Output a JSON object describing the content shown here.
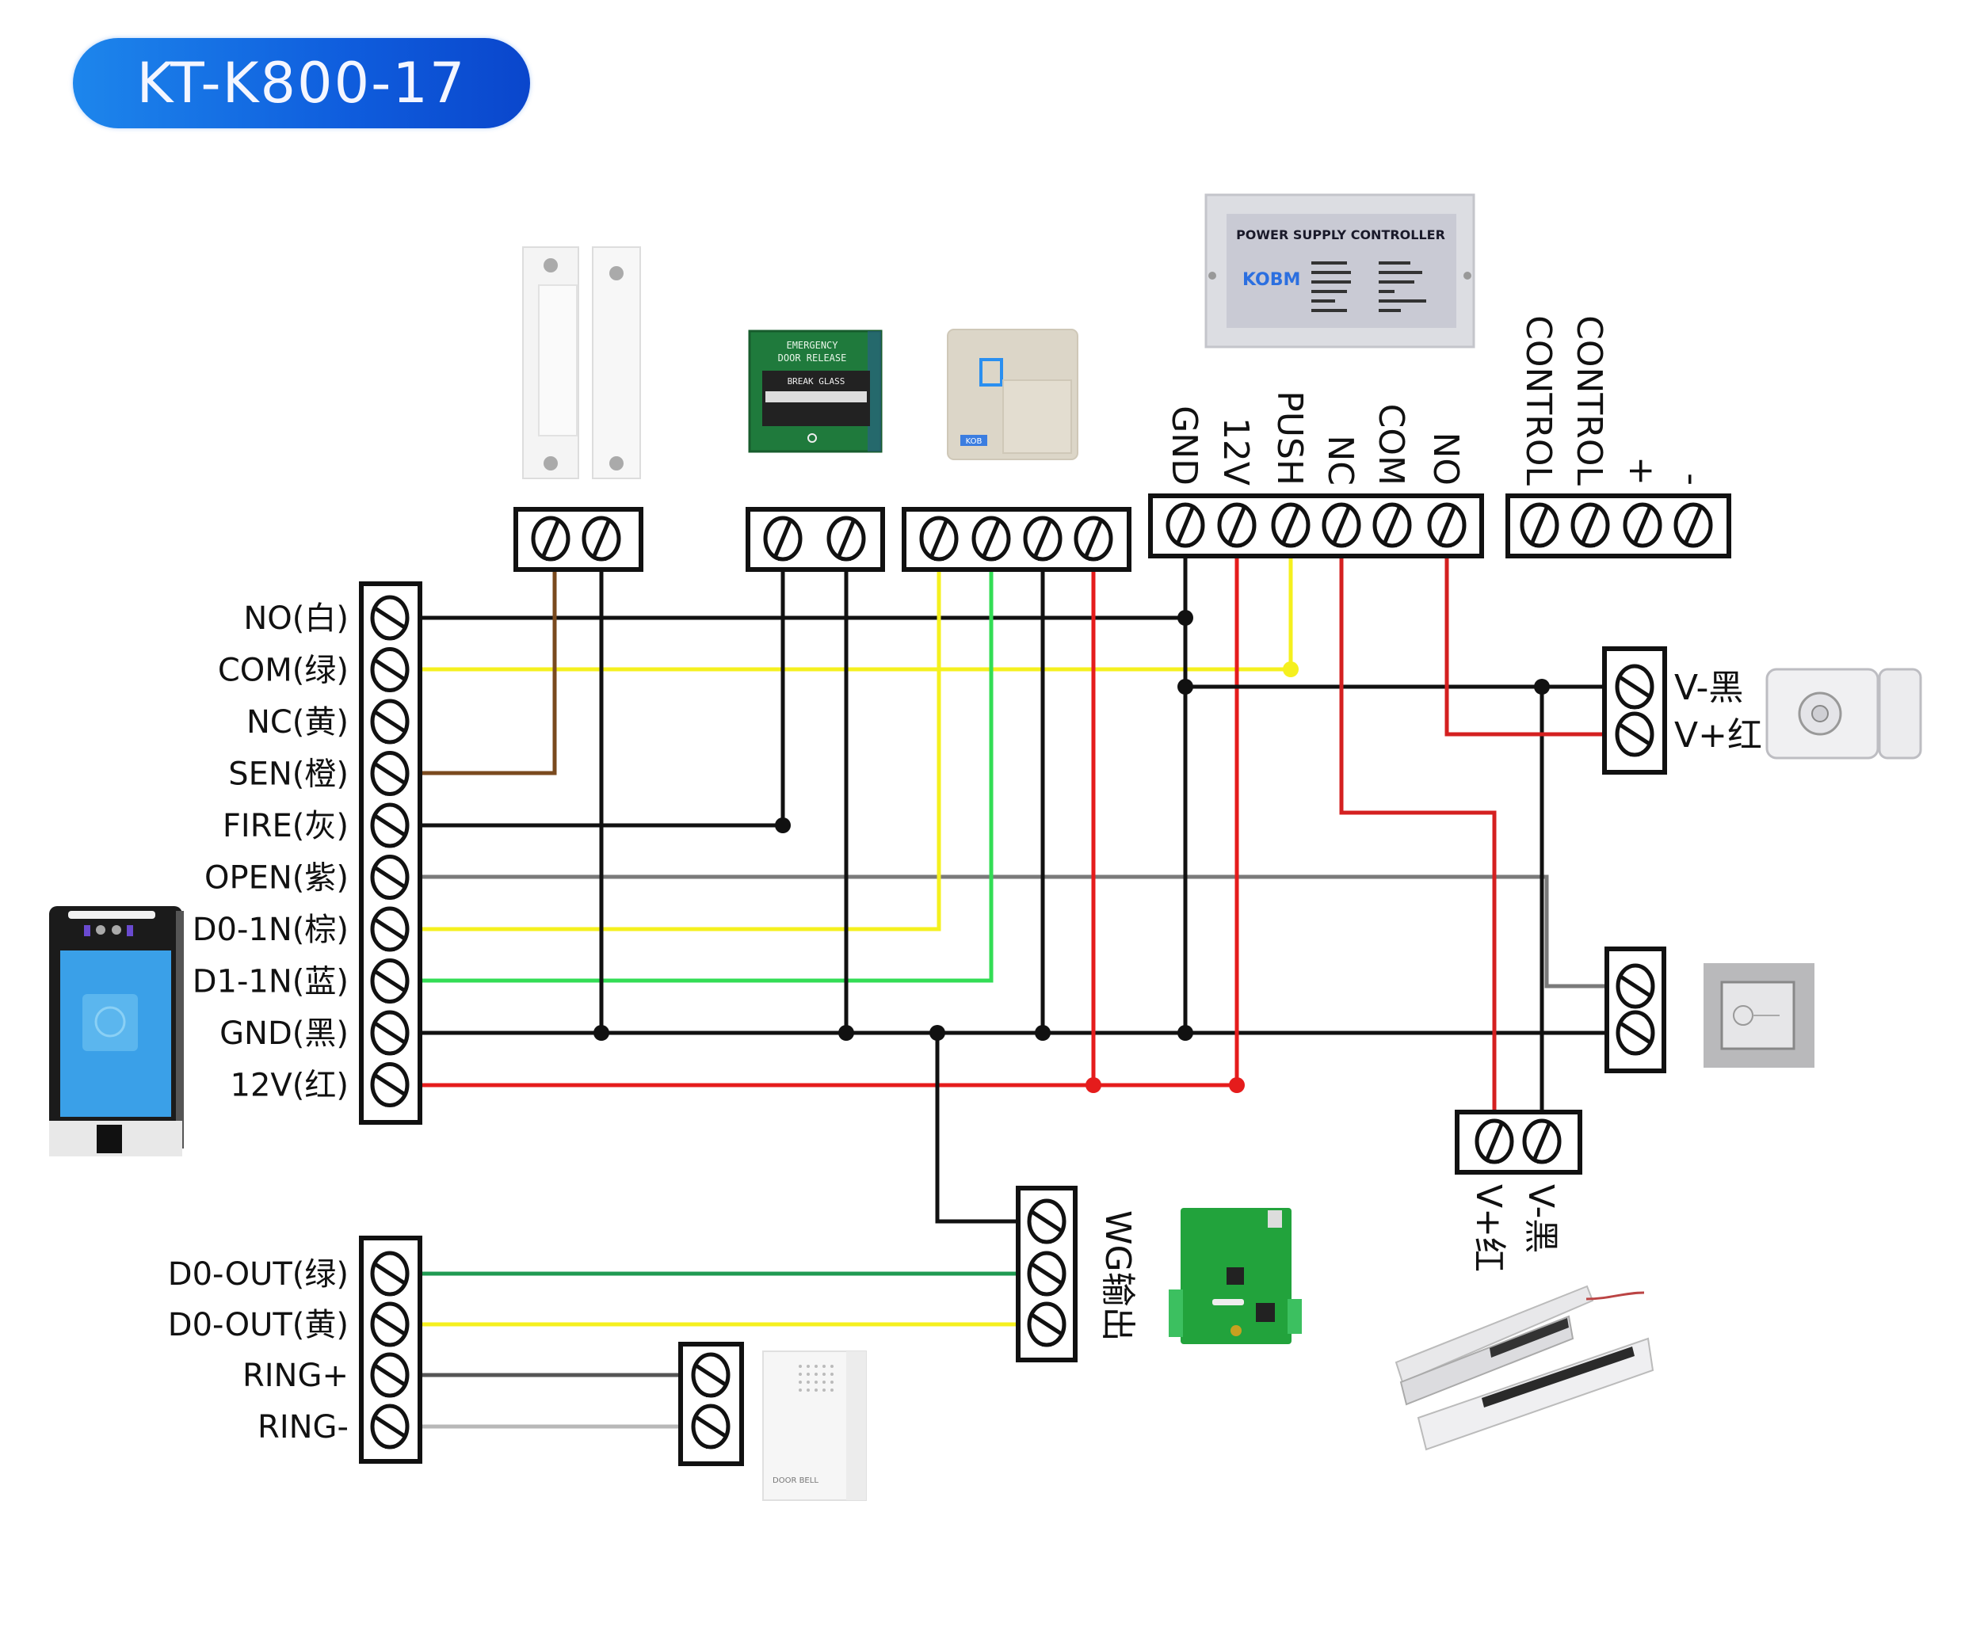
{
  "title": "KT-K800-17",
  "colors": {
    "black": "#111111",
    "yellow": "#f5f01e",
    "green": "#33dd55",
    "dark_green": "#1f9a52",
    "red": "#e51c1c",
    "brown": "#7a4a1e",
    "gray": "#7a7a7a",
    "light_gray": "#b8b8b8",
    "title_blue": "#0f5ddd"
  },
  "main_terminal": {
    "labels": [
      "NO(白)",
      "COM(绿)",
      "NC(黄)",
      "SEN(橙)",
      "FIRE(灰)",
      "OPEN(紫)",
      "D0-1N(棕)",
      "D1-1N(蓝)",
      "GND(黑)",
      "12V(红)"
    ]
  },
  "aux_terminal": {
    "labels": [
      "D0-OUT(绿)",
      "D0-OUT(黄)",
      "RING+",
      "RING-"
    ]
  },
  "power_supply": {
    "image_label": "POWER SUPPLY CONTROLLER",
    "brand": "KOBM",
    "terminal_labels": [
      "GND",
      "12V",
      "PUSH",
      "NC",
      "COM",
      "NO"
    ],
    "control_labels": [
      "CONTROL",
      "CONTROL",
      "+",
      "-"
    ]
  },
  "lock": {
    "labels": [
      "V-黑",
      "V+红"
    ]
  },
  "maglock": {
    "labels": [
      "V+红",
      "V-黑"
    ]
  },
  "wg": {
    "label": "WG输出"
  },
  "devices": {
    "door_sensor": "door-sensor",
    "emergency_release": {
      "line1": "EMERGENCY",
      "line2": "DOOR RELEASE",
      "glass": "BREAK  GLASS"
    },
    "card_reader": {
      "brand": "KOB"
    },
    "face_terminal": "face-recognition-terminal",
    "exit_button": "exit-button",
    "doorbell": {
      "text": "DOOR BELL"
    },
    "wiegand_board": "wiegand-board",
    "electric_lock": "electric-lock",
    "magnetic_lock": "magnetic-lock"
  }
}
